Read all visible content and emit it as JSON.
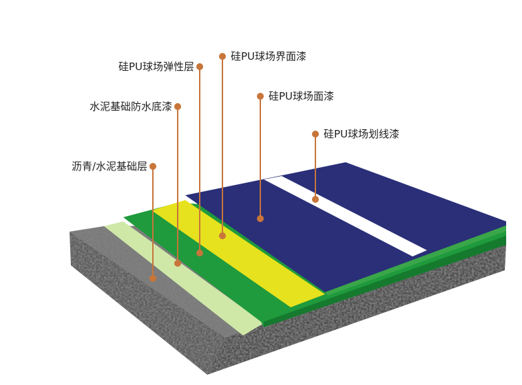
{
  "labels": {
    "elastic_layer": "硅PU球场弹性层",
    "interface_paint": "硅PU球场界面漆",
    "waterproof_primer": "水泥基础防水底漆",
    "top_coat": "硅PU球场面漆",
    "line_paint": "硅PU球场划线漆",
    "base_layer": "沥青/水泥基础层"
  },
  "colors": {
    "leader": "#c8753a",
    "top_coat": "#2a2f78",
    "line_paint": "#ffffff",
    "interface_paint": "#e6e21e",
    "elastic_layer": "#1f9a3c",
    "primer": "#cfe8a8",
    "base": "#6e6e6e"
  }
}
